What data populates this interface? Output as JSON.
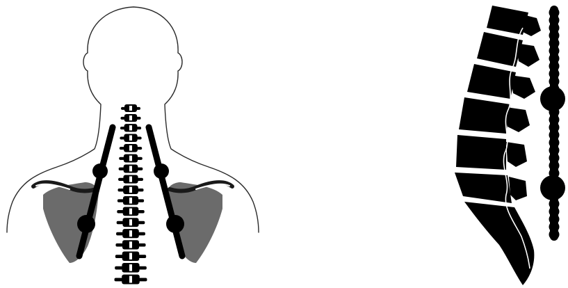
{
  "figure": {
    "panels": [
      {
        "view": "posterior",
        "subject": "head-neck-shoulders-with-spine-and-strips"
      },
      {
        "view": "lateral",
        "subject": "lumbar-sacral-spine-with-strip"
      }
    ],
    "colors": {
      "ink": "#000000",
      "outline": "#2a2a2a",
      "scapula": "#6b6b6b",
      "background": "#ffffff"
    }
  }
}
